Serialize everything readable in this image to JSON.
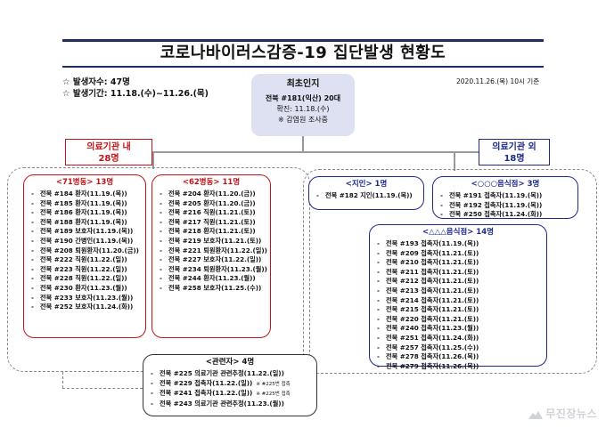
{
  "title": "코로나바이러스감증-19 집단발생 현황도",
  "stats": {
    "count_label": "☆ 발생자수: 47명",
    "period_label": "☆ 발생기간: 11.18.(수)~11.26.(목)"
  },
  "date_ref": "2020.11.26.(목) 10시 기준",
  "first_case": {
    "title": "최초인지",
    "line1": "전북 #181(익산) 20대",
    "line2": "확진: 11.18.(수)",
    "line3": "※ 감염원 조사중"
  },
  "categories": {
    "inside": {
      "line1": "의료기관 내",
      "line2": "28명"
    },
    "outside": {
      "line1": "의료기관 외",
      "line2": "18명"
    }
  },
  "boxes": {
    "ward71": {
      "title": "<71병동> 13명",
      "items": [
        "전북 #184 환자(11.19.(목))",
        "전북 #185 환자(11.19.(목))",
        "전북 #186 환자(11.19.(목))",
        "전북 #188 환자(11.19.(목))",
        "전북 #189 보호자(11.19.(목))",
        "전북 #190 간병인(11.19.(목))",
        "전북 #208 퇴원환자(11.20.(금))",
        "전북 #222 직원(11.22.(일))",
        "전북 #223 직원(11.22.(일))",
        "전북 #228 직원(11.22.(일))",
        "전북 #230 환자(11.23.(월))",
        "전북 #233 보호자(11.23.(월))",
        "전북 #252 보호자(11.24.(화))"
      ]
    },
    "ward62": {
      "title": "<62병동> 11명",
      "items": [
        "전북 #204 환자(11.20.(금))",
        "전북 #205 환자(11.20.(금))",
        "전북 #216 직원(11.21.(토))",
        "전북 #217 직원(11.21.(토))",
        "전북 #218 환자(11.21.(토))",
        "전북 #219 보호자(11.21.(토))",
        "전북 #221 퇴원환자(11.22.(일))",
        "전북 #227 보호자(11.22.(일))",
        "전북 #234 퇴원환자(11.23.(월))",
        "전북 #244 환자(11.23.(월))",
        "전북 #258 보호자(11.25.(수))"
      ]
    },
    "acquaintance": {
      "title": "<지인> 1명",
      "items": [
        "전북 #182 지인(11.19.(목))"
      ]
    },
    "restaurant1": {
      "title": "<○○○음식점> 3명",
      "items": [
        "전북 #191 접촉자(11.19.(목))",
        "전북 #192 접촉자(11.19.(목))",
        "전북 #250 접촉자(11.24.(화))"
      ]
    },
    "restaurant2": {
      "title": "<△△△음식점> 14명",
      "items": [
        "전북 #193 접촉자(11.19.(목))",
        "전북 #209 접촉자(11.21.(토))",
        "전북 #210 접촉자(11.21.(토))",
        "전북 #211 접촉자(11.21.(토))",
        "전북 #212 접촉자(11.21.(토))",
        "전북 #213 접촉자(11.21.(토))",
        "전북 #214 접촉자(11.21.(토))",
        "전북 #215 접촉자(11.21.(토))",
        "전북 #220 접촉자(11.21.(토))",
        "전북 #240 접촉자(11.23.(월))",
        "전북 #251 접촉자(11.24.(화))",
        "전북 #257 접촉자(11.25.(수))",
        "전북 #278 접촉자(11.26.(목))",
        "전북 #279 접촉자(11.26.(목))"
      ]
    },
    "related": {
      "title": "<관련자> 4명",
      "items": [
        {
          "text": "전북 #225 의료기관 관련추정(11.22.(일))",
          "note": ""
        },
        {
          "text": "전북 #229 접촉자(11.22.(일))",
          "note": "※ #225번 접촉"
        },
        {
          "text": "전북 #241 접촉자(11.22.(일))",
          "note": "※ #225번 접촉"
        },
        {
          "text": "전북 #243 의료기관 관련추정(11.23.(월))",
          "note": ""
        }
      ]
    }
  },
  "watermark": "무진장뉴스"
}
